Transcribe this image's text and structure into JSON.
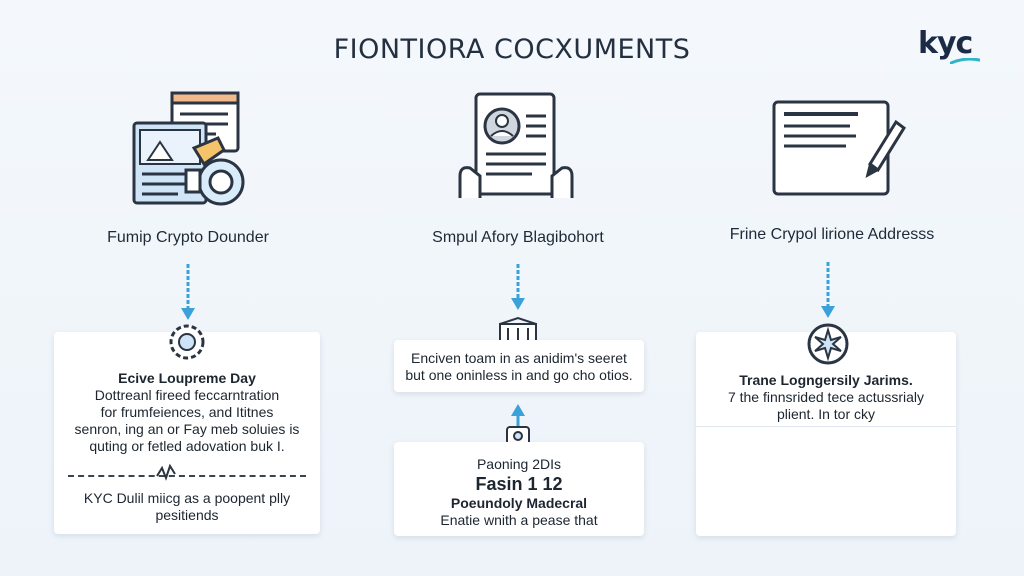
{
  "title": "FIONTIORA COCXUMENTS",
  "logo": {
    "text": "kyc",
    "accent_color": "#2fb3c9"
  },
  "colors": {
    "arrow": "#3aa2d8",
    "line": "#2b3442",
    "accent": "#5db3e6"
  },
  "columns": [
    {
      "label": "Fumip Crypto Dounder",
      "icon": "documents-upload-icon",
      "card": {
        "heading": "Ecive Loupreme Day",
        "lines": [
          "Dottreanl fireed feccarntration",
          "for frumfeiences, and Ititnes",
          "senron, ing an or Fay meb soluies is",
          "quting or fetled adovation buk I."
        ],
        "footer_lines": [
          "KYC Dulil miicg as a poopent plly",
          "pesitiends"
        ]
      }
    },
    {
      "label": "Smpul Afory Blagibohort",
      "icon": "id-document-icon",
      "card_top": {
        "lines": [
          "Enciven toam in as anidim's seeret",
          "but one oninless in and go cho otios."
        ]
      },
      "card_bottom": {
        "lines": [
          "Paoning 2DIs",
          "Fasin 1 12",
          "Poeundoly Madecral",
          "Enatie wnith a pease that"
        ]
      }
    },
    {
      "label": "Frine Crypol lirione Addresss",
      "icon": "address-form-pen-icon",
      "card": {
        "heading": "Trane Logngersily Jarims.",
        "lines": [
          "7 the finnsrided tece actussrialy",
          "plient. In tor cky"
        ]
      }
    }
  ]
}
